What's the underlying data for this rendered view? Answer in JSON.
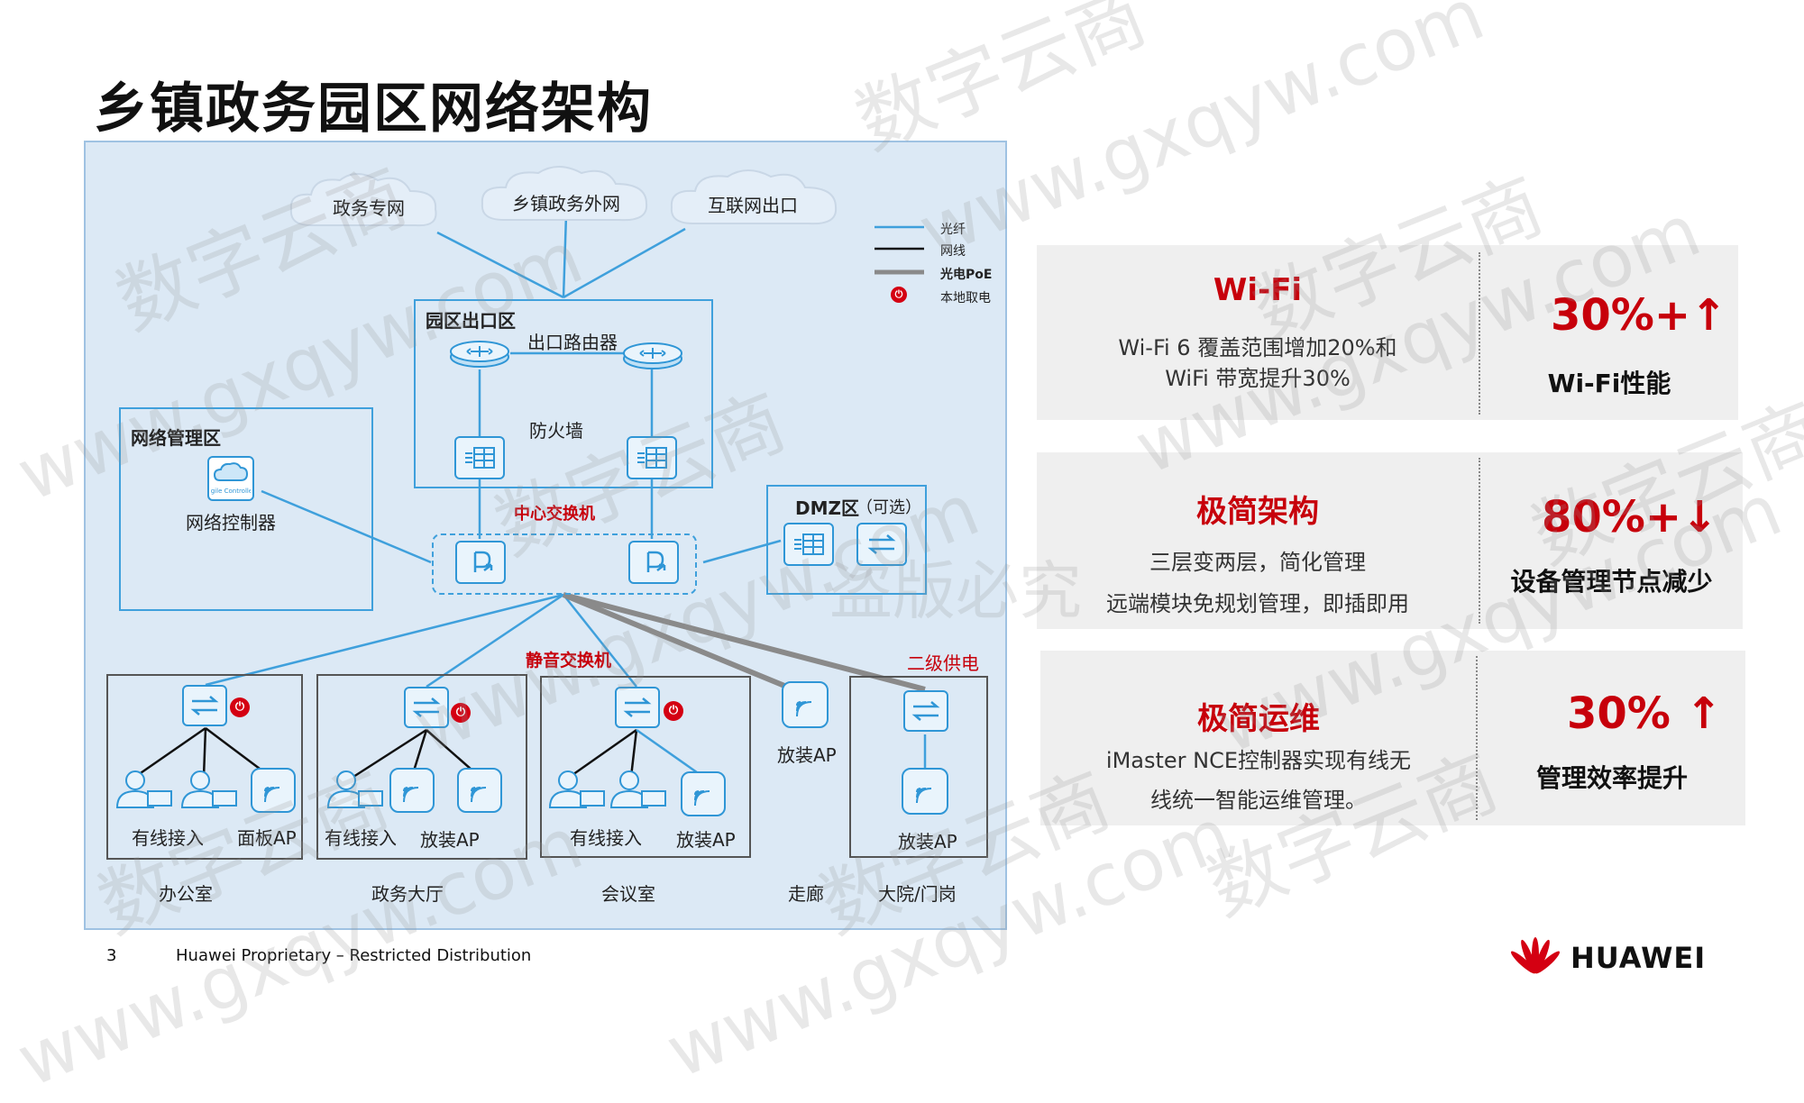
{
  "title": "乡镇政务园区网络架构",
  "clouds": [
    "政务专网",
    "乡镇政务外网",
    "互联网出口"
  ],
  "legend": {
    "fiber": "光纤",
    "cable": "网线",
    "poe": "光电PoE",
    "local_power": "本地取电"
  },
  "zones": {
    "egress": "园区出口区",
    "router": "出口路由器",
    "firewall": "防火墙",
    "core_switch": "中心交换机",
    "mgmt": "网络管理区",
    "controller": "网络控制器",
    "controller_logo": "Agile Controller",
    "dmz": "DMZ区",
    "dmz_note": "（可选）",
    "silent_switch": "静音交换机",
    "second_power": "二级供电"
  },
  "rooms": [
    {
      "name": "办公室",
      "labels": [
        "有线接入",
        "面板AP"
      ]
    },
    {
      "name": "政务大厅",
      "labels": [
        "有线接入",
        "放装AP"
      ]
    },
    {
      "name": "会议室",
      "labels": [
        "有线接入",
        "放装AP"
      ]
    },
    {
      "name": "走廊",
      "labels": [
        "放装AP"
      ]
    },
    {
      "name": "大院/门岗",
      "labels": [
        "放装AP"
      ]
    }
  ],
  "cards": [
    {
      "title": "Wi-Fi",
      "desc": [
        "Wi-Fi 6 覆盖范围增加20%和",
        "WiFi 带宽提升30%"
      ],
      "stat": "30%+↑",
      "stat_label": "Wi-Fi性能"
    },
    {
      "title": "极简架构",
      "desc": [
        "三层变两层，简化管理",
        "远端模块免规划管理，即插即用"
      ],
      "stat": "80%+↓",
      "stat_label": "设备管理节点减少"
    },
    {
      "title": "极简运维",
      "desc": [
        "iMaster NCE控制器实现有线无",
        "线统一智能运维管理。"
      ],
      "stat": "30% ↑",
      "stat_label": "管理效率提升"
    }
  ],
  "footer": {
    "page": "3",
    "text": "Huawei Proprietary – Restricted Distribution",
    "brand": "HUAWEI"
  },
  "watermarks": [
    "数字云商",
    "www.gxqyw.com",
    "盗版必究"
  ],
  "colors": {
    "accent_red": "#c7000b",
    "fiber_blue": "#3fa0dc",
    "diagram_bg": "#dce9f5"
  }
}
